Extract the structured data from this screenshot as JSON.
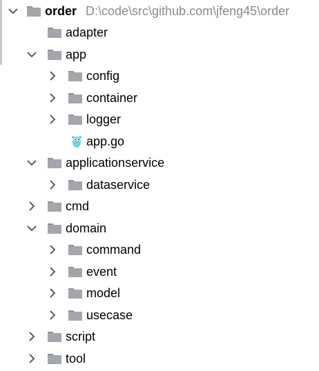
{
  "tree": {
    "root": {
      "name": "order",
      "path": "D:\\code\\src\\github.com\\jfeng45\\order",
      "expanded": true
    },
    "nodes": [
      {
        "label": "adapter",
        "icon": "folder-icon",
        "chevron": "none"
      },
      {
        "label": "app",
        "icon": "folder-icon",
        "chevron": "expanded"
      },
      {
        "label": "config",
        "icon": "folder-icon",
        "chevron": "collapsed"
      },
      {
        "label": "container",
        "icon": "folder-icon",
        "chevron": "collapsed"
      },
      {
        "label": "logger",
        "icon": "folder-icon",
        "chevron": "collapsed"
      },
      {
        "label": "app.go",
        "icon": "go-file-icon",
        "chevron": "none"
      },
      {
        "label": "applicationservice",
        "icon": "folder-icon",
        "chevron": "expanded"
      },
      {
        "label": "dataservice",
        "icon": "folder-icon",
        "chevron": "collapsed"
      },
      {
        "label": "cmd",
        "icon": "folder-icon",
        "chevron": "collapsed"
      },
      {
        "label": "domain",
        "icon": "folder-icon",
        "chevron": "expanded"
      },
      {
        "label": "command",
        "icon": "folder-icon",
        "chevron": "collapsed"
      },
      {
        "label": "event",
        "icon": "folder-icon",
        "chevron": "collapsed"
      },
      {
        "label": "model",
        "icon": "folder-icon",
        "chevron": "collapsed"
      },
      {
        "label": "usecase",
        "icon": "folder-icon",
        "chevron": "collapsed"
      },
      {
        "label": "script",
        "icon": "folder-icon",
        "chevron": "collapsed"
      },
      {
        "label": "tool",
        "icon": "folder-icon",
        "chevron": "collapsed"
      }
    ]
  },
  "colors": {
    "folder_fill": "#a3a6ab",
    "folder_tab": "#8f9297",
    "chevron": "#5c5c5c",
    "path_text": "#8a8a8a",
    "go_gopher": "#6ad7e5"
  }
}
